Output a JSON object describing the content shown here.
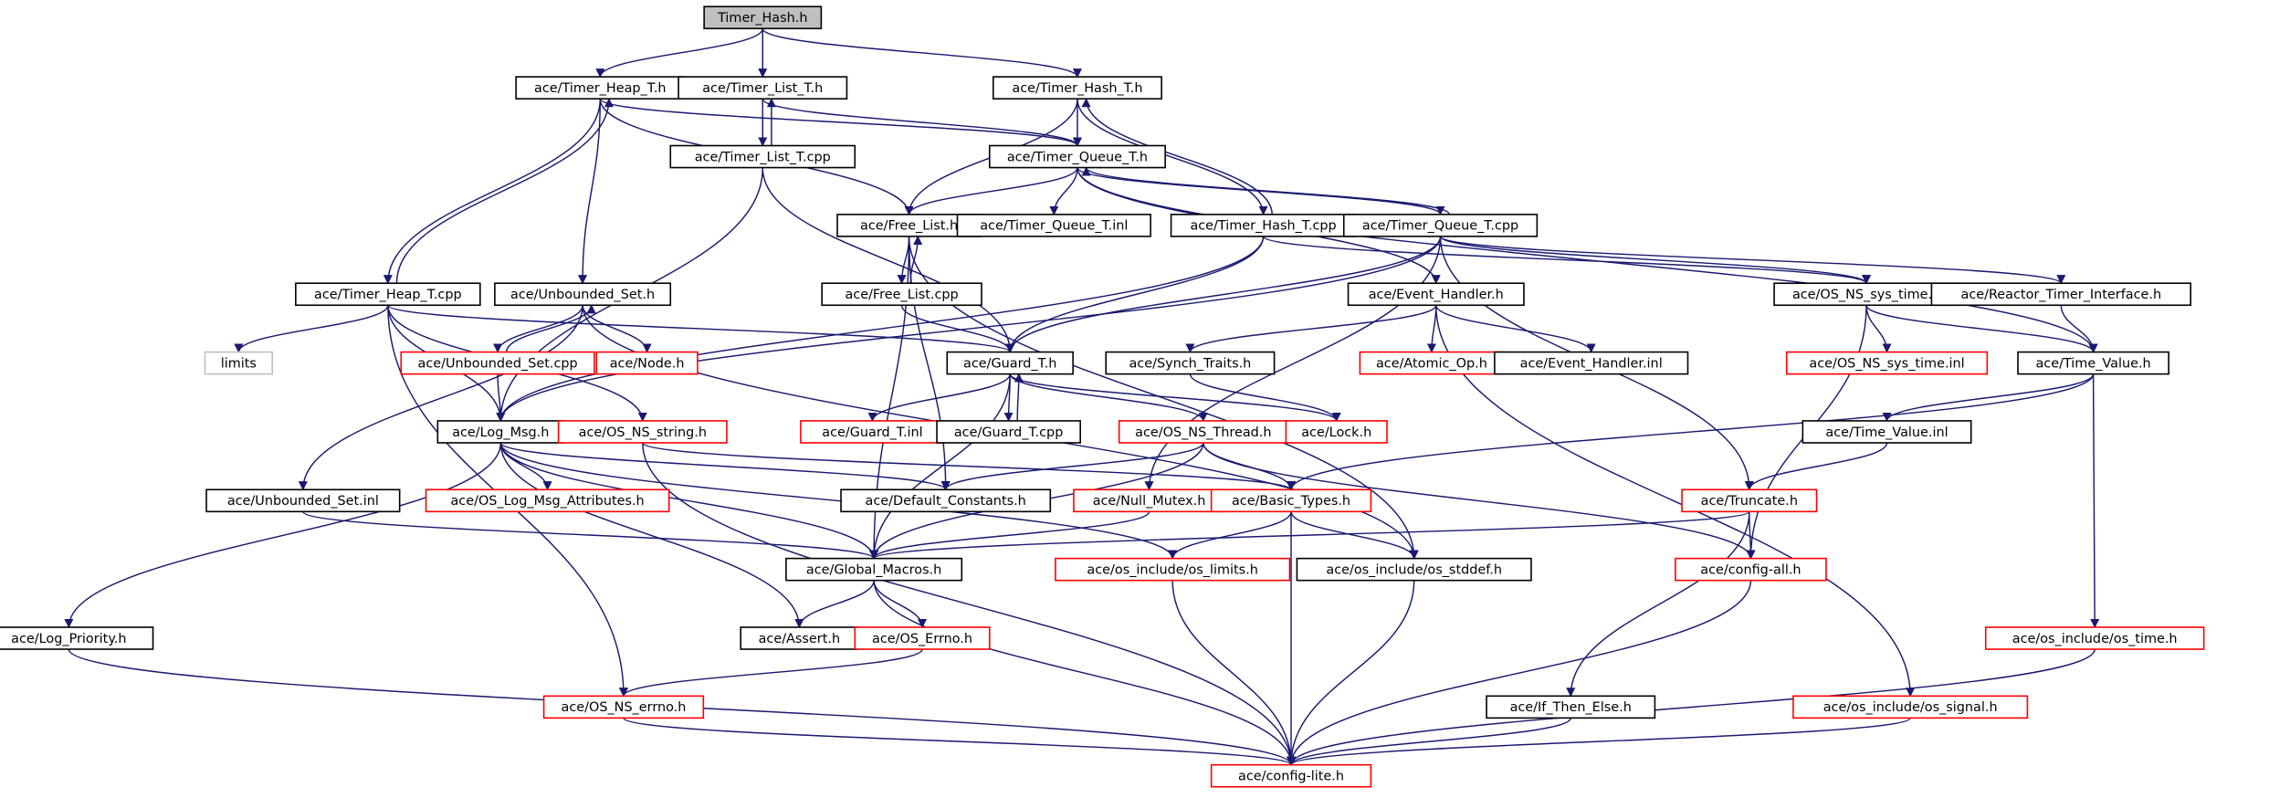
{
  "graph": {
    "root": "Timer_Hash.h",
    "colors": {
      "edge": "#191970",
      "box_black": "#000000",
      "box_red": "#ff0000",
      "box_gray": "#bfbfbf",
      "root_fill": "#bfbfbf"
    },
    "nodes": [
      {
        "id": "Timer_Hash.h",
        "label": "Timer_Hash.h",
        "style": "root"
      },
      {
        "id": "ace/Timer_Heap_T.h",
        "label": "ace/Timer_Heap_T.h",
        "style": "black"
      },
      {
        "id": "ace/Timer_List_T.h",
        "label": "ace/Timer_List_T.h",
        "style": "black"
      },
      {
        "id": "ace/Timer_Hash_T.h",
        "label": "ace/Timer_Hash_T.h",
        "style": "black"
      },
      {
        "id": "ace/Timer_List_T.cpp",
        "label": "ace/Timer_List_T.cpp",
        "style": "black"
      },
      {
        "id": "ace/Timer_Queue_T.h",
        "label": "ace/Timer_Queue_T.h",
        "style": "black"
      },
      {
        "id": "ace/Free_List.h",
        "label": "ace/Free_List.h",
        "style": "black"
      },
      {
        "id": "ace/Timer_Queue_T.inl",
        "label": "ace/Timer_Queue_T.inl",
        "style": "black"
      },
      {
        "id": "ace/Timer_Hash_T.cpp",
        "label": "ace/Timer_Hash_T.cpp",
        "style": "black"
      },
      {
        "id": "ace/Timer_Queue_T.cpp",
        "label": "ace/Timer_Queue_T.cpp",
        "style": "black"
      },
      {
        "id": "ace/Timer_Heap_T.cpp",
        "label": "ace/Timer_Heap_T.cpp",
        "style": "black"
      },
      {
        "id": "ace/Unbounded_Set.h",
        "label": "ace/Unbounded_Set.h",
        "style": "black"
      },
      {
        "id": "ace/Free_List.cpp",
        "label": "ace/Free_List.cpp",
        "style": "black"
      },
      {
        "id": "ace/Event_Handler.h",
        "label": "ace/Event_Handler.h",
        "style": "black"
      },
      {
        "id": "ace/OS_NS_sys_time.h",
        "label": "ace/OS_NS_sys_time.h",
        "style": "black"
      },
      {
        "id": "ace/Reactor_Timer_Interface.h",
        "label": "ace/Reactor_Timer_Interface.h",
        "style": "black"
      },
      {
        "id": "limits",
        "label": "limits",
        "style": "gray"
      },
      {
        "id": "ace/Unbounded_Set.cpp",
        "label": "ace/Unbounded_Set.cpp",
        "style": "red"
      },
      {
        "id": "ace/Node.h",
        "label": "ace/Node.h",
        "style": "red"
      },
      {
        "id": "ace/Guard_T.h",
        "label": "ace/Guard_T.h",
        "style": "black"
      },
      {
        "id": "ace/Synch_Traits.h",
        "label": "ace/Synch_Traits.h",
        "style": "black"
      },
      {
        "id": "ace/Atomic_Op.h",
        "label": "ace/Atomic_Op.h",
        "style": "red"
      },
      {
        "id": "ace/Event_Handler.inl",
        "label": "ace/Event_Handler.inl",
        "style": "black"
      },
      {
        "id": "ace/OS_NS_sys_time.inl",
        "label": "ace/OS_NS_sys_time.inl",
        "style": "red"
      },
      {
        "id": "ace/Time_Value.h",
        "label": "ace/Time_Value.h",
        "style": "black"
      },
      {
        "id": "ace/Log_Msg.h",
        "label": "ace/Log_Msg.h",
        "style": "black"
      },
      {
        "id": "ace/OS_NS_string.h",
        "label": "ace/OS_NS_string.h",
        "style": "red"
      },
      {
        "id": "ace/Guard_T.inl",
        "label": "ace/Guard_T.inl",
        "style": "red"
      },
      {
        "id": "ace/Guard_T.cpp",
        "label": "ace/Guard_T.cpp",
        "style": "black"
      },
      {
        "id": "ace/OS_NS_Thread.h",
        "label": "ace/OS_NS_Thread.h",
        "style": "red"
      },
      {
        "id": "ace/Lock.h",
        "label": "ace/Lock.h",
        "style": "red"
      },
      {
        "id": "ace/Time_Value.inl",
        "label": "ace/Time_Value.inl",
        "style": "black"
      },
      {
        "id": "ace/Unbounded_Set.inl",
        "label": "ace/Unbounded_Set.inl",
        "style": "black"
      },
      {
        "id": "ace/OS_Log_Msg_Attributes.h",
        "label": "ace/OS_Log_Msg_Attributes.h",
        "style": "red"
      },
      {
        "id": "ace/Default_Constants.h",
        "label": "ace/Default_Constants.h",
        "style": "black"
      },
      {
        "id": "ace/Null_Mutex.h",
        "label": "ace/Null_Mutex.h",
        "style": "red"
      },
      {
        "id": "ace/Basic_Types.h",
        "label": "ace/Basic_Types.h",
        "style": "red"
      },
      {
        "id": "ace/Truncate.h",
        "label": "ace/Truncate.h",
        "style": "red"
      },
      {
        "id": "ace/Global_Macros.h",
        "label": "ace/Global_Macros.h",
        "style": "black"
      },
      {
        "id": "ace/os_include/os_limits.h",
        "label": "ace/os_include/os_limits.h",
        "style": "red"
      },
      {
        "id": "ace/os_include/os_stddef.h",
        "label": "ace/os_include/os_stddef.h",
        "style": "black"
      },
      {
        "id": "ace/config-all.h",
        "label": "ace/config-all.h",
        "style": "red"
      },
      {
        "id": "ace/Log_Priority.h",
        "label": "ace/Log_Priority.h",
        "style": "black"
      },
      {
        "id": "ace/Assert.h",
        "label": "ace/Assert.h",
        "style": "black"
      },
      {
        "id": "ace/OS_Errno.h",
        "label": "ace/OS_Errno.h",
        "style": "red"
      },
      {
        "id": "ace/os_include/os_time.h",
        "label": "ace/os_include/os_time.h",
        "style": "red"
      },
      {
        "id": "ace/OS_NS_errno.h",
        "label": "ace/OS_NS_errno.h",
        "style": "red"
      },
      {
        "id": "ace/If_Then_Else.h",
        "label": "ace/If_Then_Else.h",
        "style": "black"
      },
      {
        "id": "ace/os_include/os_signal.h",
        "label": "ace/os_include/os_signal.h",
        "style": "red"
      },
      {
        "id": "ace/config-lite.h",
        "label": "ace/config-lite.h",
        "style": "red"
      }
    ],
    "edges": [
      [
        "Timer_Hash.h",
        "ace/Timer_Heap_T.h"
      ],
      [
        "Timer_Hash.h",
        "ace/Timer_List_T.h"
      ],
      [
        "Timer_Hash.h",
        "ace/Timer_Hash_T.h"
      ],
      [
        "ace/Timer_Heap_T.h",
        "ace/Timer_Queue_T.h"
      ],
      [
        "ace/Timer_Heap_T.h",
        "ace/Free_List.h"
      ],
      [
        "ace/Timer_Heap_T.h",
        "ace/Unbounded_Set.h"
      ],
      [
        "ace/Timer_Heap_T.h",
        "ace/Timer_Heap_T.cpp"
      ],
      [
        "ace/Timer_List_T.h",
        "ace/Timer_Queue_T.h"
      ],
      [
        "ace/Timer_List_T.h",
        "ace/Timer_List_T.cpp"
      ],
      [
        "ace/Timer_Hash_T.h",
        "ace/Timer_Queue_T.h"
      ],
      [
        "ace/Timer_Hash_T.h",
        "ace/Free_List.h"
      ],
      [
        "ace/Timer_Hash_T.h",
        "ace/Timer_Hash_T.cpp"
      ],
      [
        "ace/Timer_List_T.cpp",
        "ace/Timer_List_T.h"
      ],
      [
        "ace/Timer_List_T.cpp",
        "ace/Guard_T.h"
      ],
      [
        "ace/Timer_List_T.cpp",
        "ace/Log_Msg.h"
      ],
      [
        "ace/Timer_Queue_T.h",
        "ace/Free_List.h"
      ],
      [
        "ace/Timer_Queue_T.h",
        "ace/Timer_Queue_T.inl"
      ],
      [
        "ace/Timer_Queue_T.h",
        "ace/Timer_Queue_T.cpp"
      ],
      [
        "ace/Timer_Queue_T.h",
        "ace/Event_Handler.h"
      ],
      [
        "ace/Timer_Queue_T.h",
        "ace/Time_Value.h"
      ],
      [
        "ace/Free_List.h",
        "ace/Free_List.cpp"
      ],
      [
        "ace/Free_List.h",
        "ace/Global_Macros.h"
      ],
      [
        "ace/Free_List.h",
        "ace/Default_Constants.h"
      ],
      [
        "ace/Free_List.h",
        "ace/os_include/os_stddef.h"
      ],
      [
        "ace/Free_List.cpp",
        "ace/Free_List.h"
      ],
      [
        "ace/Free_List.cpp",
        "ace/Guard_T.h"
      ],
      [
        "ace/Timer_Hash_T.cpp",
        "ace/Timer_Hash_T.h"
      ],
      [
        "ace/Timer_Hash_T.cpp",
        "ace/Guard_T.h"
      ],
      [
        "ace/Timer_Hash_T.cpp",
        "ace/Log_Msg.h"
      ],
      [
        "ace/Timer_Hash_T.cpp",
        "ace/OS_NS_sys_time.h"
      ],
      [
        "ace/Timer_Queue_T.cpp",
        "ace/Timer_Queue_T.h"
      ],
      [
        "ace/Timer_Queue_T.cpp",
        "ace/Guard_T.h"
      ],
      [
        "ace/Timer_Queue_T.cpp",
        "ace/Log_Msg.h"
      ],
      [
        "ace/Timer_Queue_T.cpp",
        "ace/Reactor_Timer_Interface.h"
      ],
      [
        "ace/Timer_Queue_T.cpp",
        "ace/OS_NS_sys_time.h"
      ],
      [
        "ace/Timer_Queue_T.cpp",
        "ace/Null_Mutex.h"
      ],
      [
        "ace/Timer_Queue_T.cpp",
        "ace/Truncate.h"
      ],
      [
        "ace/Timer_Heap_T.cpp",
        "ace/Timer_Heap_T.h"
      ],
      [
        "ace/Timer_Heap_T.cpp",
        "limits"
      ],
      [
        "ace/Timer_Heap_T.cpp",
        "ace/Guard_T.h"
      ],
      [
        "ace/Timer_Heap_T.cpp",
        "ace/Log_Msg.h"
      ],
      [
        "ace/Timer_Heap_T.cpp",
        "ace/OS_NS_string.h"
      ],
      [
        "ace/Timer_Heap_T.cpp",
        "ace/OS_NS_errno.h"
      ],
      [
        "ace/Unbounded_Set.h",
        "ace/Unbounded_Set.cpp"
      ],
      [
        "ace/Unbounded_Set.h",
        "ace/Node.h"
      ],
      [
        "ace/Unbounded_Set.h",
        "ace/Unbounded_Set.inl"
      ],
      [
        "ace/Unbounded_Set.h",
        "ace/os_include/os_stddef.h"
      ],
      [
        "ace/Unbounded_Set.cpp",
        "ace/Unbounded_Set.h"
      ],
      [
        "ace/Unbounded_Set.cpp",
        "ace/Log_Msg.h"
      ],
      [
        "ace/Event_Handler.h",
        "ace/Synch_Traits.h"
      ],
      [
        "ace/Event_Handler.h",
        "ace/Atomic_Op.h"
      ],
      [
        "ace/Event_Handler.h",
        "ace/Event_Handler.inl"
      ],
      [
        "ace/Event_Handler.h",
        "ace/os_include/os_signal.h"
      ],
      [
        "ace/OS_NS_sys_time.h",
        "ace/OS_NS_sys_time.inl"
      ],
      [
        "ace/OS_NS_sys_time.h",
        "ace/Time_Value.h"
      ],
      [
        "ace/OS_NS_sys_time.h",
        "ace/config-all.h"
      ],
      [
        "ace/Reactor_Timer_Interface.h",
        "ace/Time_Value.h"
      ],
      [
        "ace/Guard_T.h",
        "ace/Guard_T.inl"
      ],
      [
        "ace/Guard_T.h",
        "ace/Guard_T.cpp"
      ],
      [
        "ace/Guard_T.h",
        "ace/OS_NS_Thread.h"
      ],
      [
        "ace/Guard_T.h",
        "ace/Lock.h"
      ],
      [
        "ace/Guard_T.h",
        "ace/Global_Macros.h"
      ],
      [
        "ace/Guard_T.cpp",
        "ace/Guard_T.h"
      ],
      [
        "ace/Synch_Traits.h",
        "ace/Lock.h"
      ],
      [
        "ace/Time_Value.h",
        "ace/Time_Value.inl"
      ],
      [
        "ace/Time_Value.h",
        "ace/Basic_Types.h"
      ],
      [
        "ace/Time_Value.h",
        "ace/os_include/os_time.h"
      ],
      [
        "ace/Time_Value.inl",
        "ace/Truncate.h"
      ],
      [
        "ace/Log_Msg.h",
        "ace/OS_Log_Msg_Attributes.h"
      ],
      [
        "ace/Log_Msg.h",
        "ace/Default_Constants.h"
      ],
      [
        "ace/Log_Msg.h",
        "ace/Log_Priority.h"
      ],
      [
        "ace/Log_Msg.h",
        "ace/Global_Macros.h"
      ],
      [
        "ace/Log_Msg.h",
        "ace/Assert.h"
      ],
      [
        "ace/Log_Msg.h",
        "ace/os_include/os_limits.h"
      ],
      [
        "ace/OS_NS_string.h",
        "ace/Basic_Types.h"
      ],
      [
        "ace/OS_NS_string.h",
        "ace/config-lite.h"
      ],
      [
        "ace/OS_NS_Thread.h",
        "ace/Default_Constants.h"
      ],
      [
        "ace/OS_NS_Thread.h",
        "ace/Basic_Types.h"
      ],
      [
        "ace/OS_NS_Thread.h",
        "ace/Global_Macros.h"
      ],
      [
        "ace/OS_NS_Thread.h",
        "ace/config-all.h"
      ],
      [
        "ace/Unbounded_Set.inl",
        "ace/Global_Macros.h"
      ],
      [
        "ace/Null_Mutex.h",
        "ace/Global_Macros.h"
      ],
      [
        "ace/Basic_Types.h",
        "ace/os_include/os_limits.h"
      ],
      [
        "ace/Basic_Types.h",
        "ace/os_include/os_stddef.h"
      ],
      [
        "ace/Basic_Types.h",
        "ace/config-lite.h"
      ],
      [
        "ace/Truncate.h",
        "ace/Global_Macros.h"
      ],
      [
        "ace/Truncate.h",
        "ace/config-all.h"
      ],
      [
        "ace/Truncate.h",
        "ace/If_Then_Else.h"
      ],
      [
        "ace/Global_Macros.h",
        "ace/Assert.h"
      ],
      [
        "ace/Global_Macros.h",
        "ace/OS_Errno.h"
      ],
      [
        "ace/Global_Macros.h",
        "ace/config-lite.h"
      ],
      [
        "ace/os_include/os_limits.h",
        "ace/config-lite.h"
      ],
      [
        "ace/os_include/os_stddef.h",
        "ace/config-lite.h"
      ],
      [
        "ace/config-all.h",
        "ace/config-lite.h"
      ],
      [
        "ace/Log_Priority.h",
        "ace/config-lite.h"
      ],
      [
        "ace/OS_Errno.h",
        "ace/OS_NS_errno.h"
      ],
      [
        "ace/os_include/os_time.h",
        "ace/config-lite.h"
      ],
      [
        "ace/OS_NS_errno.h",
        "ace/config-lite.h"
      ],
      [
        "ace/If_Then_Else.h",
        "ace/config-lite.h"
      ],
      [
        "ace/os_include/os_signal.h",
        "ace/config-lite.h"
      ]
    ]
  }
}
